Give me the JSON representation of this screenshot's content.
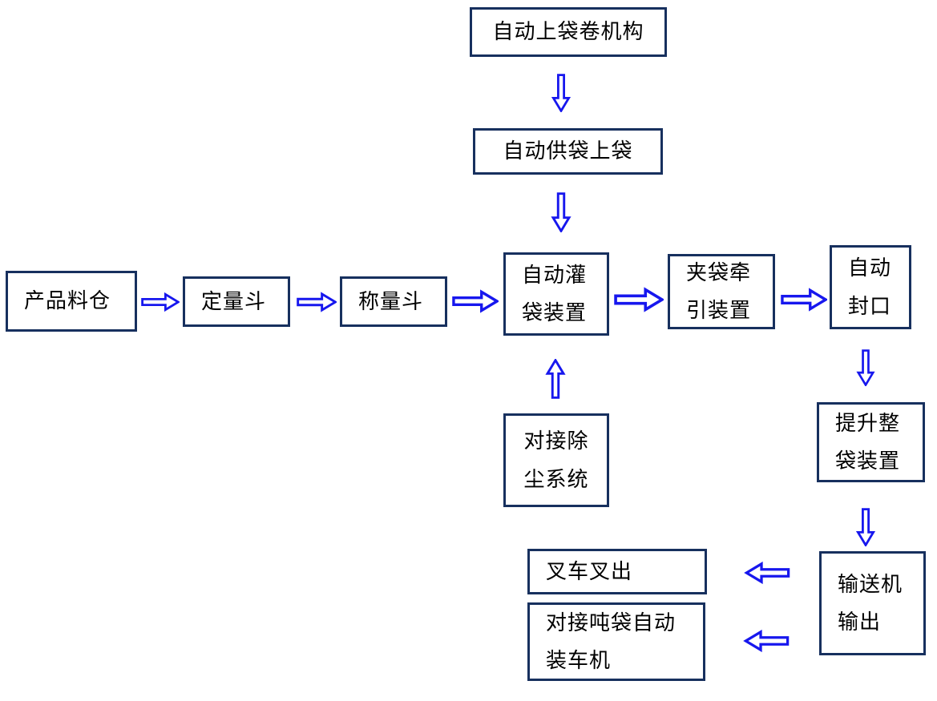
{
  "diagram": {
    "description": "automatic-bagging-line-flowchart",
    "colors": {
      "box_border": "#17305e",
      "box_text": "#000000",
      "arrow_stroke": "#1717ee",
      "arrow_fill": "#ffffff",
      "background": "#ffffff"
    },
    "nodes": {
      "bag_roll": {
        "label": "自动上袋卷机构"
      },
      "bag_supply": {
        "label": "自动供袋上袋"
      },
      "product_silo": {
        "label": "产品料仓"
      },
      "dosing_hopper": {
        "label": "定量斗"
      },
      "weighing_hopper": {
        "label": "称量斗"
      },
      "bag_filling": {
        "label": "自动灌\n袋装置"
      },
      "bag_clamping": {
        "label": "夹袋牵\n引装置"
      },
      "auto_sealing": {
        "label": "自动\n封口"
      },
      "dust_removal": {
        "label": "对接除\n尘系统"
      },
      "bag_lifting": {
        "label": "提升整\n袋装置"
      },
      "conveyor_output": {
        "label": "输送机\n输出"
      },
      "forklift_out": {
        "label": "叉车叉出"
      },
      "truck_loader": {
        "label": "对接吨袋自动\n装车机"
      }
    },
    "flows": [
      "bag_roll -> bag_supply",
      "bag_supply -> bag_filling",
      "product_silo -> dosing_hopper",
      "dosing_hopper -> weighing_hopper",
      "weighing_hopper -> bag_filling",
      "bag_filling -> bag_clamping",
      "bag_clamping -> auto_sealing",
      "dust_removal -> bag_filling",
      "auto_sealing -> bag_lifting",
      "bag_lifting -> conveyor_output",
      "conveyor_output -> forklift_out",
      "conveyor_output -> truck_loader"
    ]
  }
}
